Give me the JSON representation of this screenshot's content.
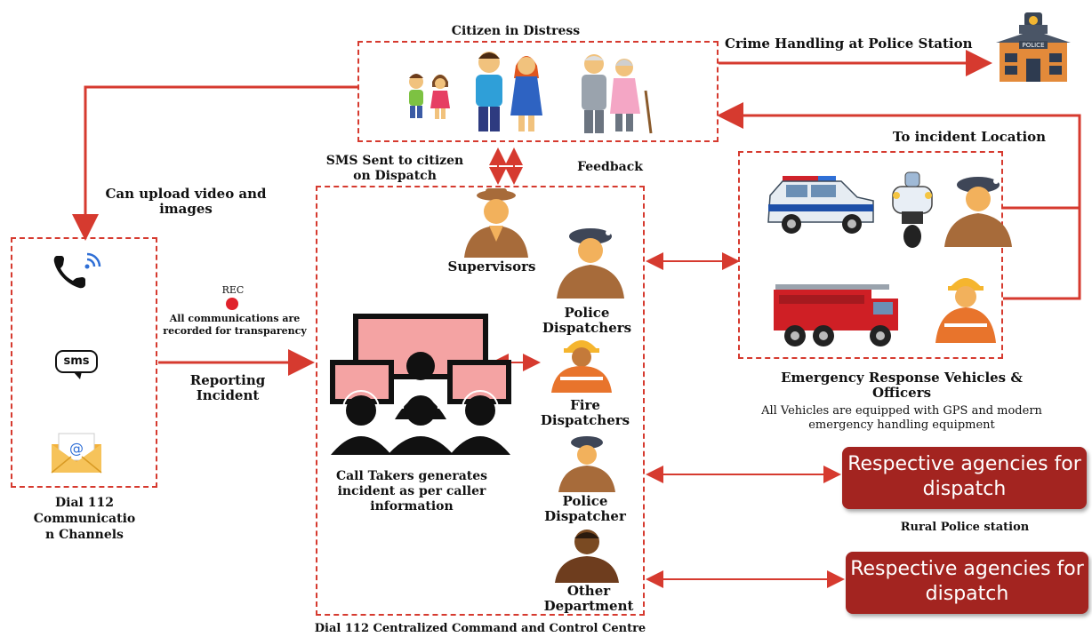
{
  "top": {
    "citizen_title": "Citizen in Distress",
    "crime_handling": "Crime Handling at Police Station",
    "to_incident": "To incident Location",
    "sms_sent": "SMS Sent to citizen on Dispatch",
    "feedback": "Feedback",
    "upload": "Can upload video and images"
  },
  "channels": {
    "caption_line1": "Dial 112",
    "caption_line2": "Communicatio",
    "caption_line3": "n Channels",
    "sms_text": "sms"
  },
  "recording": {
    "rec": "REC",
    "note": "All communications are recorded for transparency",
    "reporting": "Reporting Incident"
  },
  "centre": {
    "supervisors": "Supervisors",
    "police_dispatchers": "Police Dispatchers",
    "fire_dispatchers": "Fire Dispatchers",
    "police_dispatcher": "Police Dispatcher",
    "other_department": "Other Department",
    "call_takers": "Call Takers generates incident as per caller information",
    "caption": "Dial 112 Centralized Command and Control Centre"
  },
  "response": {
    "title": "Emergency Response Vehicles & Officers",
    "note": "All Vehicles are equipped with GPS and modern emergency handling equipment",
    "police_sign": "POLICE"
  },
  "agencies": {
    "box1": "Respective agencies for dispatch",
    "rural": "Rural Police station",
    "box2": "Respective agencies for dispatch"
  },
  "colors": {
    "arrow": "#d63a2f",
    "agency_bg": "#a32420",
    "uniform": "#a76b3a",
    "fire_orange": "#e8742c"
  }
}
